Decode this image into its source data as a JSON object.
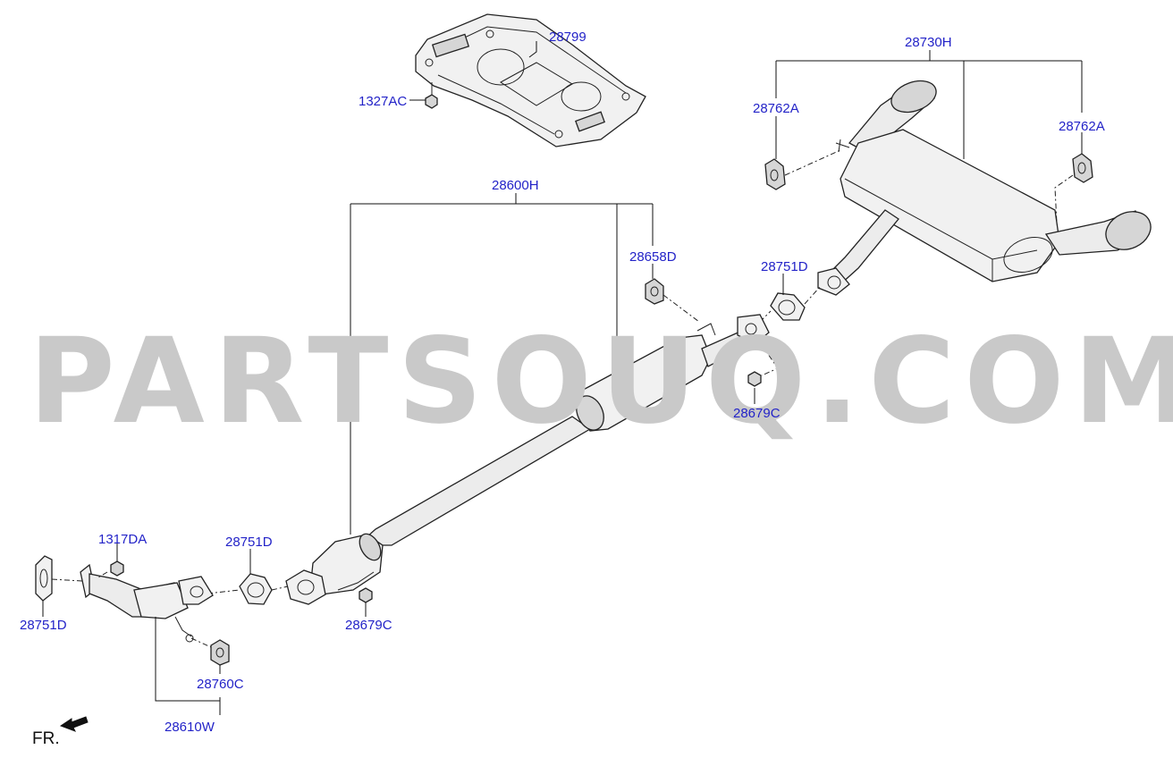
{
  "watermark": "PARTSOUQ.COM",
  "labels": {
    "p28799": "28799",
    "p1327AC": "1327AC",
    "p28730H": "28730H",
    "p28762A_left": "28762A",
    "p28762A_right": "28762A",
    "p28600H": "28600H",
    "p28658D": "28658D",
    "p28751D_upper": "28751D",
    "p28679C_upper": "28679C",
    "p1317DA": "1317DA",
    "p28751D_mid": "28751D",
    "p28751D_left": "28751D",
    "p28679C_lower": "28679C",
    "p28760C": "28760C",
    "p28610W": "28610W"
  },
  "front_indicator": "FR.",
  "colors": {
    "label": "#2323c8",
    "watermark": "#c9c9c9",
    "line": "#222222"
  }
}
